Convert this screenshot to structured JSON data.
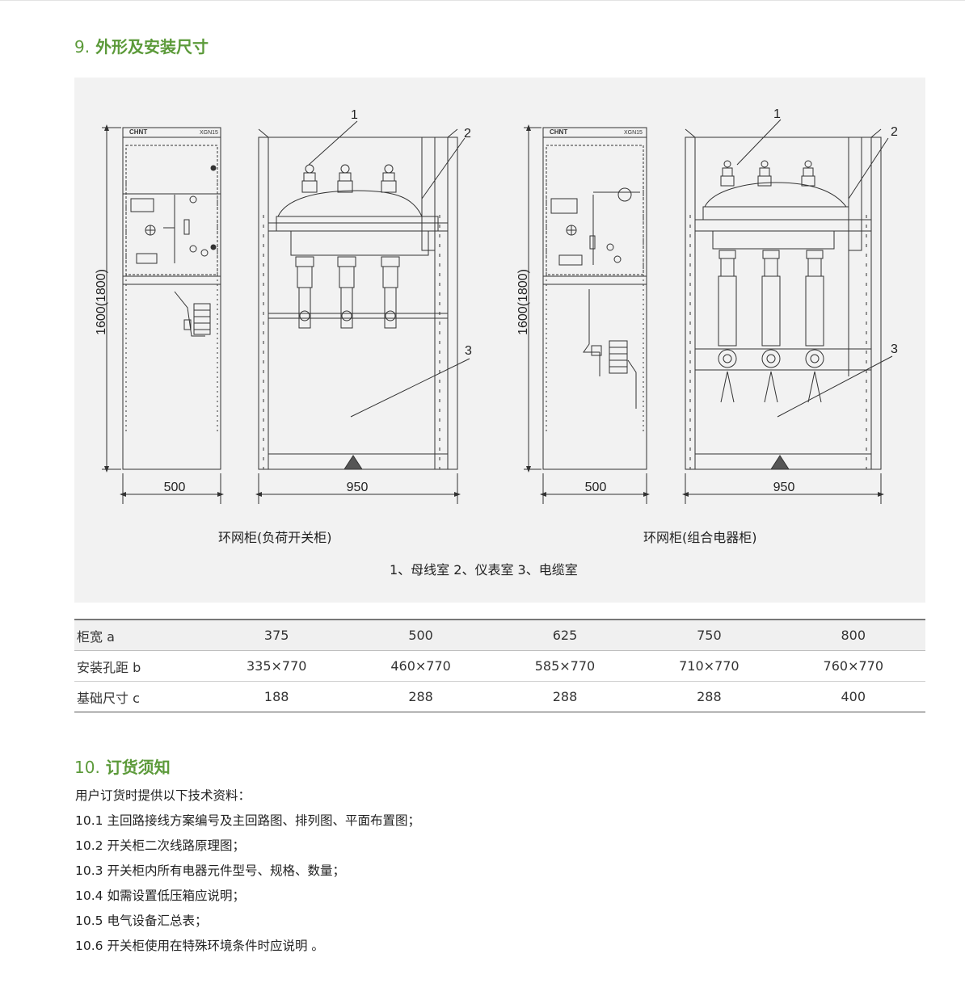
{
  "section9": {
    "number": "9.",
    "title": "外形及安装尺寸"
  },
  "drawings": {
    "panel_a": {
      "brand": "CHNT",
      "model": "XGN15",
      "height_dim": "1600(1800)",
      "front_width": "500",
      "side_width": "950",
      "callouts": [
        "1",
        "2",
        "3"
      ],
      "caption": "环网柜(负荷开关柜)"
    },
    "panel_b": {
      "brand": "CHNT",
      "model": "XGN15",
      "height_dim": "1600(1800)",
      "front_width": "500",
      "side_width": "950",
      "callouts": [
        "1",
        "2",
        "3"
      ],
      "caption": "环网柜(组合电器柜)"
    },
    "legend": "1、母线室 2、仪表室 3、电缆室"
  },
  "spec_table": {
    "rows": [
      {
        "label": "柜宽 a",
        "values": [
          "375",
          "500",
          "625",
          "750",
          "800"
        ]
      },
      {
        "label": "安装孔距 b",
        "values": [
          "335×770",
          "460×770",
          "585×770",
          "710×770",
          "760×770"
        ]
      },
      {
        "label": "基础尺寸 c",
        "values": [
          "188",
          "288",
          "288",
          "288",
          "400"
        ]
      }
    ]
  },
  "section10": {
    "number": "10.",
    "title": "订货须知",
    "lines": [
      "用户订货时提供以下技术资料：",
      "10.1 主回路接线方案编号及主回路图、排列图、平面布置图；",
      "10.2 开关柜二次线路原理图；",
      "10.3 开关柜内所有电器元件型号、规格、数量；",
      "10.4 如需设置低压箱应说明；",
      "10.5 电气设备汇总表；",
      "10.6 开关柜使用在特殊环境条件时应说明 。"
    ]
  },
  "colors": {
    "accent_green": "#5c9a3a",
    "drawing_bg": "#f2f2f2",
    "line": "#333333"
  }
}
